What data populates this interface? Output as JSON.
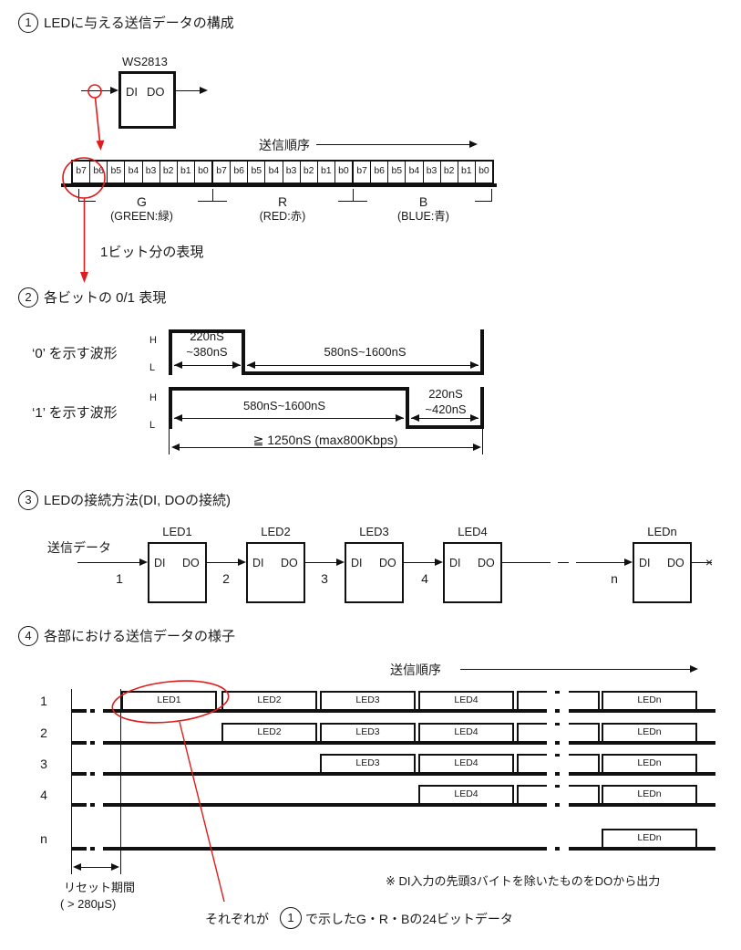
{
  "colors": {
    "accent_red": "#e01b1b",
    "ink": "#111111"
  },
  "section1": {
    "num": "1",
    "title": "LEDに与える送信データの構成",
    "chip_label": "WS2813",
    "di": "DI",
    "do": "DO",
    "order_label": "送信順序",
    "bit_labels": [
      "b7",
      "b6",
      "b5",
      "b4",
      "b3",
      "b2",
      "b1",
      "b0"
    ],
    "groups": [
      {
        "letter": "G",
        "desc": "(GREEN:緑)"
      },
      {
        "letter": "R",
        "desc": "(RED:赤)"
      },
      {
        "letter": "B",
        "desc": "(BLUE:青)"
      }
    ],
    "one_bit_label": "1ビット分の表現"
  },
  "section2": {
    "num": "2",
    "title": "各ビットの 0/1 表現",
    "wave0_label": "‘0’ を示す波形",
    "wave1_label": "‘1’ を示す波形",
    "h": "H",
    "l": "L",
    "w0_high_line1": "220nS",
    "w0_high_line2": "~380nS",
    "w0_low": "580nS~1600nS",
    "w1_high": "580nS~1600nS",
    "w1_low_line1": "220nS",
    "w1_low_line2": "~420nS",
    "total_label": "≧ 1250nS (max800Kbps)"
  },
  "section3": {
    "num": "3",
    "title": "LEDの接続方法(DI, DOの接続)",
    "input_label": "送信データ",
    "leds": [
      "LED1",
      "LED2",
      "LED3",
      "LED4"
    ],
    "last_led": "LEDn",
    "di": "DI",
    "do": "DO",
    "wire_numbers": [
      "1",
      "2",
      "3",
      "4",
      "n"
    ],
    "terminator": "×"
  },
  "section4": {
    "num": "4",
    "title": "各部における送信データの様子",
    "order_label": "送信順序",
    "rows": [
      {
        "label": "1",
        "boxes": [
          "LED1",
          "LED2",
          "LED3",
          "LED4"
        ]
      },
      {
        "label": "2",
        "boxes": [
          "LED2",
          "LED3",
          "LED4"
        ]
      },
      {
        "label": "3",
        "boxes": [
          "LED3",
          "LED4"
        ]
      },
      {
        "label": "4",
        "boxes": [
          "LED4"
        ]
      },
      {
        "label": "n",
        "boxes": []
      }
    ],
    "ledn": "LEDn",
    "reset_label_line1": "リセット期間",
    "reset_label_line2": "( > 280μS)",
    "note": "※ DI入力の先頭3バイトを除いたものをDOから出力",
    "annot_pre": "それぞれが",
    "annot_num": "1",
    "annot_post": "で示したG・R・Bの24ビットデータ"
  }
}
